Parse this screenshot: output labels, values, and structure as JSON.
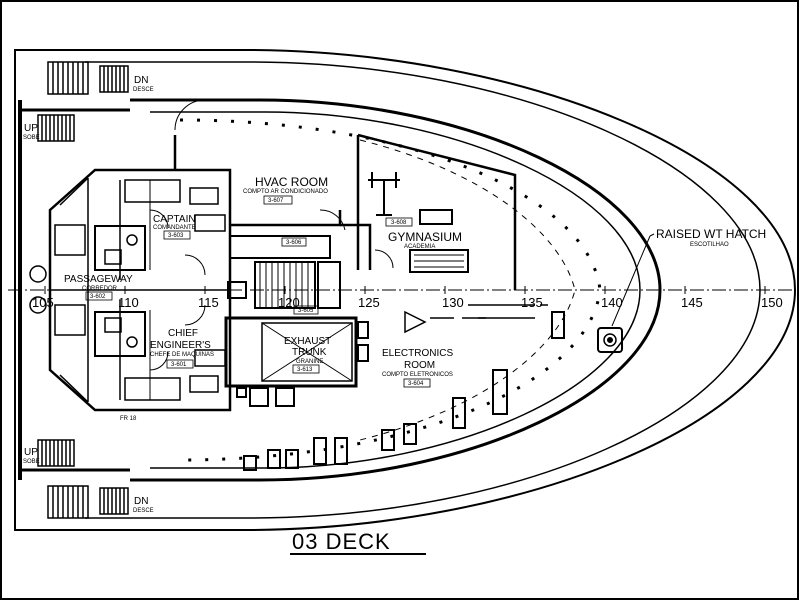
{
  "title": "03 DECK",
  "frame_numbers": [
    "105",
    "110",
    "115",
    "120",
    "125",
    "130",
    "135",
    "140",
    "145",
    "150"
  ],
  "rooms": {
    "hvac": {
      "label": "HVAC ROOM",
      "sub": "COMPTO AR CONDICIONADO",
      "code": "3-607"
    },
    "gym": {
      "label": "GYMNASIUM",
      "sub": "ACADEMIA",
      "code": "3-608"
    },
    "captain": {
      "label": "CAPTAIN",
      "sub": "COMANDANTE",
      "code": "3-603"
    },
    "chief": {
      "label1": "CHIEF",
      "label2": "ENGINEER'S",
      "sub": "CHEFE DE MAQUINAS",
      "code": "3-601"
    },
    "passageway": {
      "label": "PASSAGEWAY",
      "sub": "CORREDOR",
      "code": "3-602"
    },
    "exhaust": {
      "label1": "EXHAUST",
      "label2": "TRUNK",
      "sub": "GRANINE",
      "code": "3-613"
    },
    "electronics": {
      "label1": "ELECTRONICS",
      "label2": "ROOM",
      "sub": "COMPTO ELETRONICOS",
      "code": "3-604"
    },
    "corridor_code": "3-606",
    "stair_code": "3-605"
  },
  "hatch": {
    "label": "RAISED WT HATCH",
    "sub": "ESCOTILHAO"
  },
  "stairs": {
    "up": "UP",
    "up_sub": "SOBE",
    "dn": "DN",
    "dn_sub": "DESCE"
  },
  "misc": {
    "frame_note": "FR 18"
  }
}
